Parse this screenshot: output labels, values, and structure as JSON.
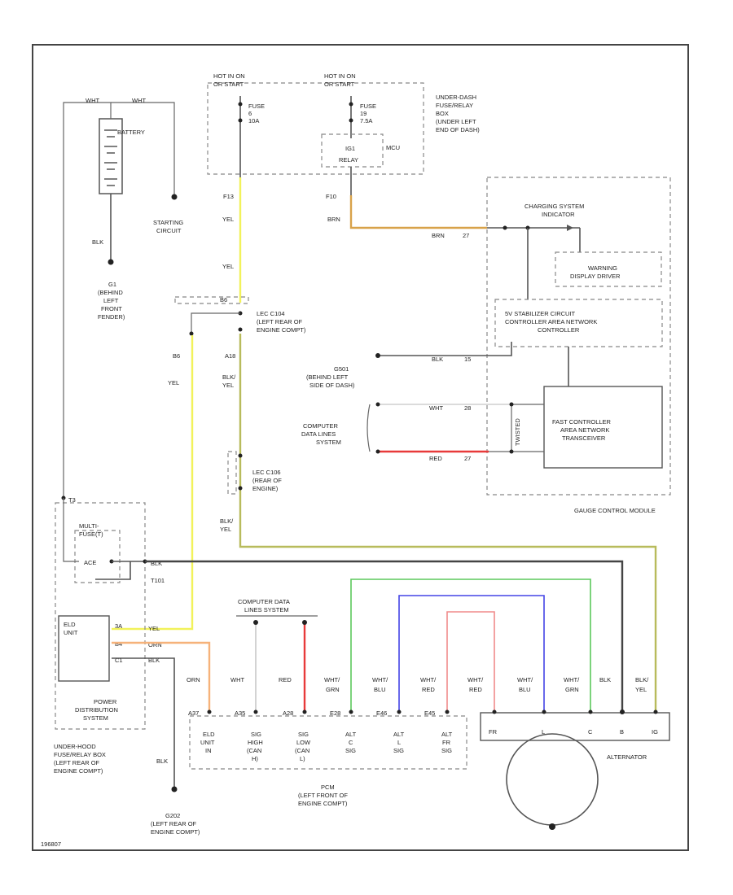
{
  "colors": {
    "yel": "#f2f25a",
    "brn": "#d8a24a",
    "orn": "#f6b27a",
    "red": "#e83a3a",
    "grn": "#5cc85c",
    "blu": "#4444e6",
    "red_pale": "#f08a8a",
    "blk_yel": "#b8bb5c",
    "blk": "#444444",
    "wht": "#9a9a9a"
  },
  "icons": [
    "battery-icon",
    "alternator-icon",
    "ground-icon",
    "fuse-icon",
    "connector-icon"
  ],
  "labels": {
    "wht_a": "WHT",
    "wht_b": "WHT",
    "battery": "BATTERY",
    "blk_battery": "BLK",
    "starting_1": "STARTING",
    "starting_2": "CIRCUIT",
    "g1_1": "G1",
    "g1_2": "(BEHIND",
    "g1_3": "LEFT",
    "g1_4": "FRONT",
    "g1_5": "FENDER)",
    "hot_a_1": "HOT IN ON",
    "hot_a_2": "OR START",
    "hot_b_1": "HOT IN ON",
    "hot_b_2": "OR START",
    "fuse6_1": "FUSE",
    "fuse6_2": "6",
    "fuse6_3": "10A",
    "fuse19_1": "FUSE",
    "fuse19_2": "19",
    "fuse19_3": "7.5A",
    "ig1_1": "IG1",
    "ig1_2": "RELAY",
    "mcu": "MCU",
    "underdash_1": "UNDER-DASH",
    "underdash_2": "FUSE/RELAY",
    "underdash_3": "BOX",
    "underdash_4": "(UNDER LEFT",
    "underdash_5": "END OF DASH)",
    "f13": "F13",
    "f10": "F10",
    "yel_1": "YEL",
    "brn_1": "BRN",
    "brn_2": "BRN",
    "p_brn": "27",
    "yel_2": "YEL",
    "c104_1": "LEC C104",
    "c104_2": "(LEFT REAR OF",
    "c104_3": "ENGINE COMPT)",
    "b_pin": "B6",
    "a_pin": "A18",
    "yel_3": "YEL",
    "blk_yel_1": "BLK/",
    "blk_yel_2": "YEL",
    "csi_1": "CHARGING SYSTEM",
    "csi_2": "INDICATOR",
    "wd_1": "WARNING",
    "wd_2": "DISPLAY DRIVER",
    "stab_1": "5V STABILIZER CIRCUIT",
    "stab_2": "CONTROLLER AREA NETWORK",
    "stab_3": "CONTROLLER",
    "g501_1": "G501",
    "g501_2": "(BEHIND LEFT",
    "g501_3": "SIDE OF DASH)",
    "blk_g": "BLK",
    "p_blk": "15",
    "cdl_1": "COMPUTER",
    "cdl_2": "DATA LINES",
    "cdl_3": "SYSTEM",
    "wht_c": "WHT",
    "p_wht": "28",
    "red_c": "RED",
    "p_red": "27",
    "twist": "TWISTED",
    "fcan_1": "FAST CONTROLLER",
    "fcan_2": "AREA NETWORK",
    "fcan_3": "TRANSCEIVER",
    "gcm": "GAUGE CONTROL MODULE",
    "c106_1": "LEC C106",
    "c106_2": "(REAR OF",
    "c106_3": "ENGINE)",
    "t3": "T3",
    "mf_1": "MULTI-",
    "mf_2": "FUSE(T)",
    "mf_3": "ACE",
    "blk_mf": "BLK",
    "t101": "T101",
    "eld_1": "ELD",
    "eld_2": "UNIT",
    "p_yel": "3A",
    "p_orn": "B4",
    "p_blk2": "C1",
    "yel_eld": "YEL",
    "orn_eld": "ORN",
    "blk_eld": "BLK",
    "pdb_1": "POWER",
    "pdb_2": "DISTRIBUTION",
    "pdb_3": "SYSTEM",
    "uh_1": "UNDER-HOOD",
    "uh_2": "FUSE/RELAY BOX",
    "uh_3": "(LEFT REAR OF",
    "uh_4": "ENGINE COMPT)",
    "blk_g202": "BLK",
    "g202_1": "G202",
    "g202_2": "(LEFT REAR OF",
    "g202_3": "ENGINE COMPT)",
    "cdl2_1": "COMPUTER DATA",
    "cdl2_2": "LINES SYSTEM",
    "orn_w": "ORN",
    "wht_w": "WHT",
    "red_w": "RED",
    "wg_1": "WHT/",
    "wg_2": "GRN",
    "wb_1": "WHT/",
    "wb_2": "BLU",
    "wr_1": "WHT/",
    "wr_2": "RED",
    "wr2_1": "WHT/",
    "wr2_2": "RED",
    "wb2_1": "WHT/",
    "wb2_2": "BLU",
    "wg2_1": "WHT/",
    "wg2_2": "GRN",
    "blk_alt": "BLK",
    "by_1": "BLK/",
    "by_2": "YEL",
    "pcm_p1": "A37",
    "pcm_p2": "A35",
    "pcm_p3": "A28",
    "pcm_p4": "E28",
    "pcm_p5": "E46",
    "pcm_p6": "E45",
    "pcm_t1_1": "ELD",
    "pcm_t1_2": "UNIT",
    "pcm_t1_3": "IN",
    "pcm_t2_1": "SIG",
    "pcm_t2_2": "HIGH",
    "pcm_t2_3": "(CAN",
    "pcm_t2_4": "H)",
    "pcm_t3_1": "SIG",
    "pcm_t3_2": "LOW",
    "pcm_t3_3": "(CAN",
    "pcm_t3_4": "L)",
    "pcm_t4_1": "ALT",
    "pcm_t4_2": "C",
    "pcm_t4_3": "SIG",
    "pcm_t5_1": "ALT",
    "pcm_t5_2": "L",
    "pcm_t5_3": "SIG",
    "pcm_t6_1": "ALT",
    "pcm_t6_2": "FR",
    "pcm_t6_3": "SIG",
    "pcm_1": "PCM",
    "pcm_2": "(LEFT FRONT OF",
    "pcm_3": "ENGINE COMPT)",
    "alt_fr": "FR",
    "alt_l": "L",
    "alt_c": "C",
    "alt_b": "B",
    "alt_ig": "IG",
    "alternator": "ALTERNATOR",
    "code": "196807"
  }
}
